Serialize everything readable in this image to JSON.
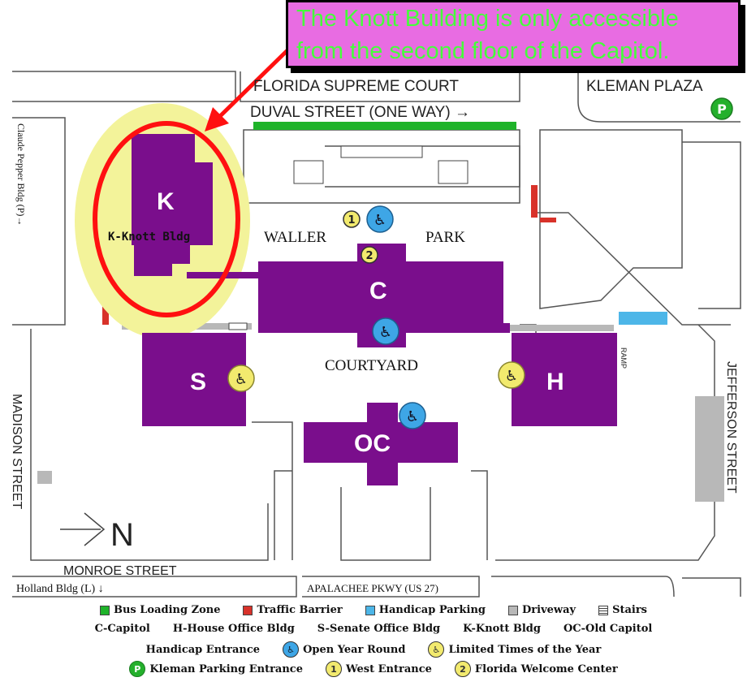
{
  "banner": {
    "line1": "The Knott Building is only accessible",
    "line2": "from the second floor of the Capitol."
  },
  "streets": {
    "supreme_court": "FLORIDA SUPREME COURT",
    "duval": "DUVAL STREET (ONE WAY) →",
    "kleman": "KLEMAN PLAZA",
    "claude_pepper": "Claude Pepper Bldg (P)→",
    "madison": "MADISON STREET",
    "jefferson": "JEFFERSON STREET",
    "monroe": "MONROE STREET",
    "holland": "Holland Bldg (L) ↓",
    "apalachee": "APALACHEE PKWY (US 27)",
    "ramp": "RAMP"
  },
  "areas": {
    "waller": "WALLER",
    "park": "PARK",
    "courtyard": "COURTYARD",
    "north": "N"
  },
  "buildings": {
    "k": "K",
    "k_label": "K-Knott Bldg",
    "c": "C",
    "s": "S",
    "h": "H",
    "oc": "OC"
  },
  "markers": {
    "west_entrance": "1",
    "welcome_center": "2",
    "parking": "P"
  },
  "legend": {
    "row1": [
      {
        "label": "Bus Loading Zone",
        "color": "#1fb32a"
      },
      {
        "label": "Traffic Barrier",
        "color": "#d8322a"
      },
      {
        "label": "Handicap Parking",
        "color": "#4db6e8"
      },
      {
        "label": "Driveway",
        "color": "#b8b8b8"
      },
      {
        "label": "Stairs",
        "color": "#ffffff"
      }
    ],
    "row2": [
      "C-Capitol",
      "H-House Office Bldg",
      "S-Senate Office Bldg",
      "K-Knott Bldg",
      "OC-Old Capitol"
    ],
    "row3": {
      "handicap": "Handicap Entrance",
      "open": "Open Year Round",
      "limited": "Limited Times of the Year"
    },
    "row4": {
      "parking": "Kleman Parking Entrance",
      "west": "West Entrance",
      "welcome": "Florida Welcome Center",
      "p_symbol": "P",
      "one": "1",
      "two": "2"
    }
  },
  "colors": {
    "building": "#7a0e8c",
    "highlight": "#f3f39a",
    "callout": "#ff1010",
    "banner_bg": "#e86ce2",
    "banner_text": "#46ff3c"
  }
}
